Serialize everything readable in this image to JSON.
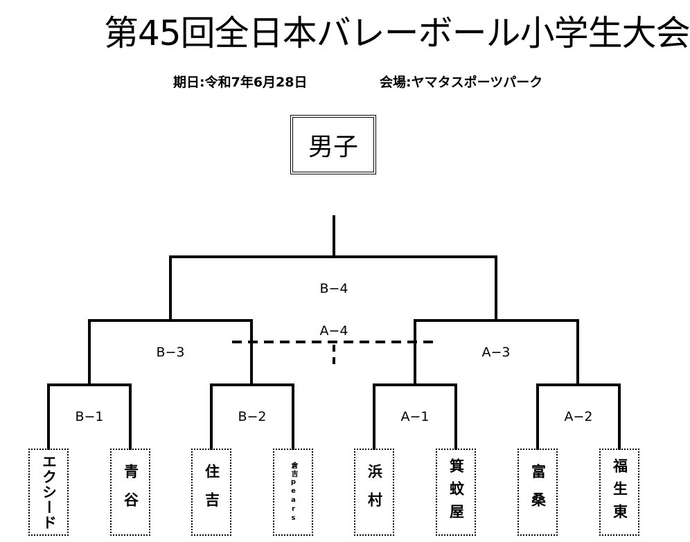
{
  "header": {
    "title": "第45回全日本バレーボール小学生大会",
    "date": "期日:令和7年6月28日",
    "venue": "会場:ヤマタスポーツパーク",
    "category": "男子"
  },
  "matches": {
    "b1": "B−1",
    "b2": "B−2",
    "a1": "A−1",
    "a2": "A−2",
    "b3": "B−3",
    "a3": "A−3",
    "a4": "A−4",
    "b4": "B−4"
  },
  "teams": [
    "エクシード",
    "青谷",
    "住吉",
    "倉吉pears",
    "浜村",
    "箕蚊屋",
    "富桑",
    "福生東"
  ]
}
